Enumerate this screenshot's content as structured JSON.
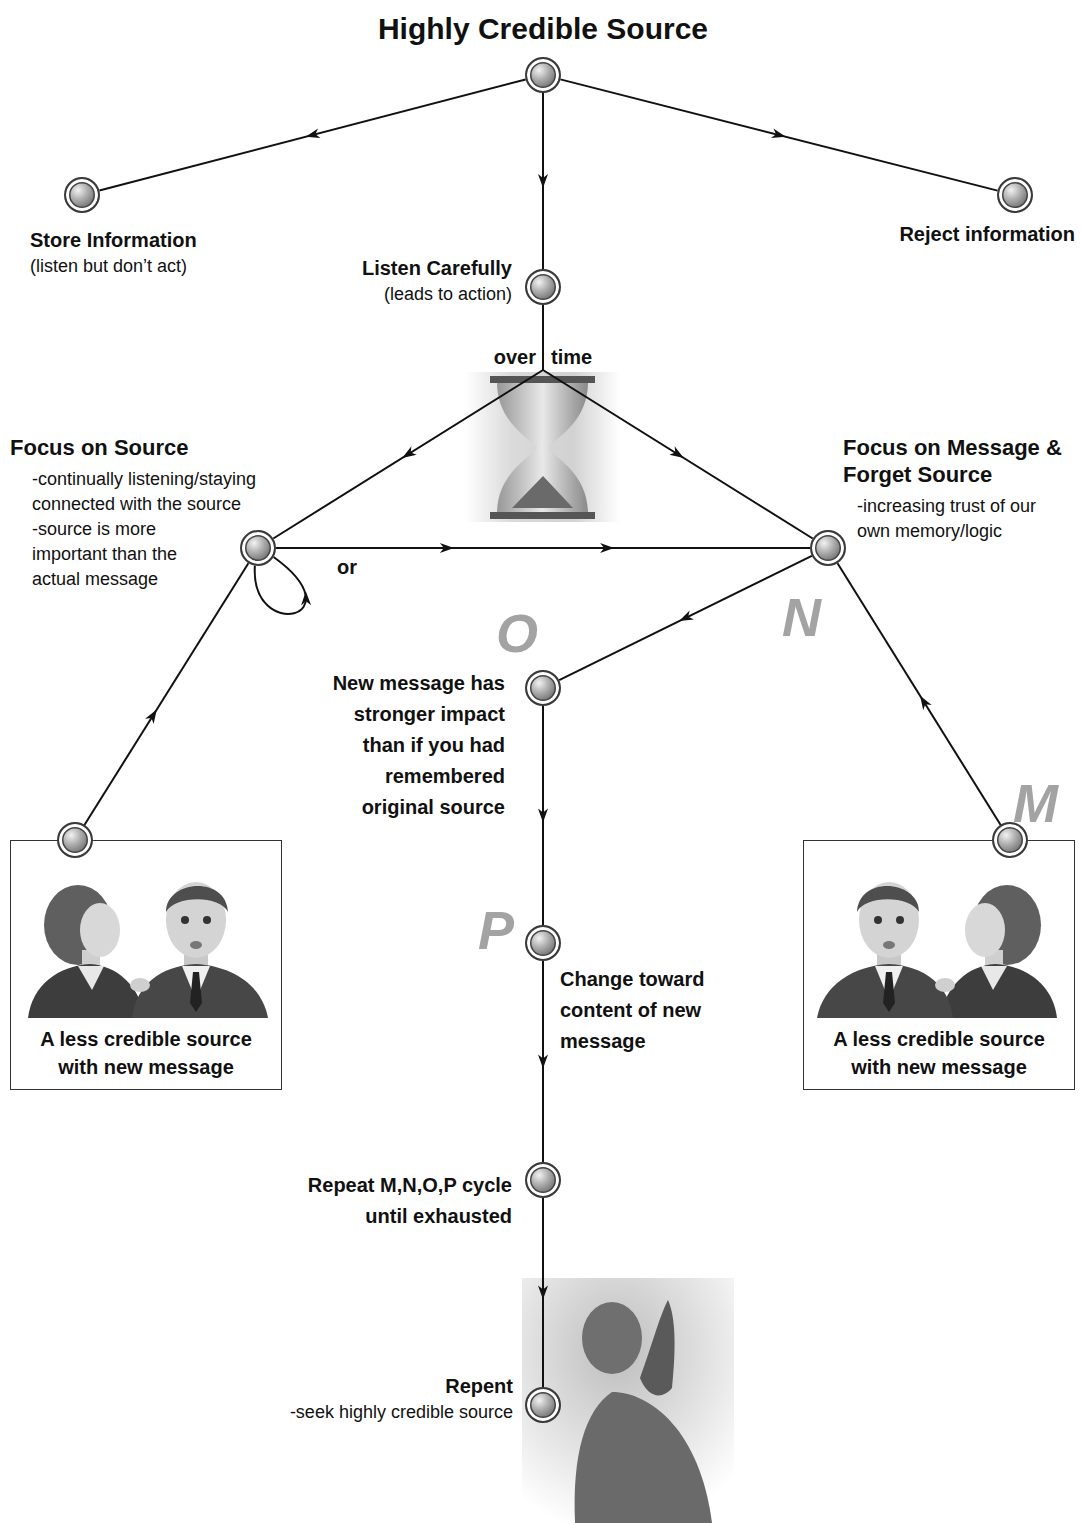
{
  "diagram": {
    "nodes": [
      {
        "text": [
          "Highly Credible Source"
        ]
      },
      {
        "text": [
          "Store Information",
          "(listen but don’t act)"
        ]
      },
      {
        "text": [
          "Listen Carefully",
          "(leads to action)"
        ]
      },
      {
        "text": [
          "Reject information"
        ]
      },
      {
        "text": [
          "Focus on Source",
          "-continually listening/staying connected with the source",
          "-source is more important than the actual message"
        ]
      },
      {
        "text": [
          "Focus on Message & Forget Source",
          "-increasing trust of our own memory/logic"
        ]
      },
      {
        "text": [
          "New message has stronger impact than if you had remembered original source"
        ]
      },
      {
        "text": [
          "Change toward content of new message"
        ]
      },
      {
        "text": [
          "Repeat M,N,O,P cycle until exhausted"
        ]
      },
      {
        "text": [
          "Repent",
          "-seek highly credible source"
        ]
      },
      {
        "text": [
          "A less credible source with new message"
        ]
      },
      {
        "text": [
          "A less credible source with new message"
        ]
      }
    ],
    "edges": [
      {
        "from": 0,
        "to": 1,
        "arrow": "to"
      },
      {
        "from": 0,
        "to": 2,
        "arrow": "to"
      },
      {
        "from": 0,
        "to": 3,
        "arrow": "to"
      },
      {
        "from": 2,
        "to": 4,
        "arrow": "to"
      },
      {
        "from": 2,
        "to": 5,
        "arrow": "to"
      },
      {
        "from": 4,
        "to": 4,
        "label": "or",
        "arrow": "to"
      },
      {
        "from": 4,
        "to": 5,
        "arrow": "to"
      },
      {
        "from": 10,
        "to": 4,
        "arrow": "to"
      },
      {
        "from": 11,
        "to": 5,
        "arrow": "to"
      },
      {
        "from": 5,
        "to": 6,
        "arrow": "to"
      },
      {
        "from": 6,
        "to": 7,
        "arrow": "to"
      },
      {
        "from": 7,
        "to": 8,
        "arrow": "to"
      },
      {
        "from": 8,
        "to": 9,
        "arrow": "to"
      }
    ],
    "labels": [
      "over",
      "time",
      "N",
      "O",
      "M",
      "P"
    ]
  }
}
